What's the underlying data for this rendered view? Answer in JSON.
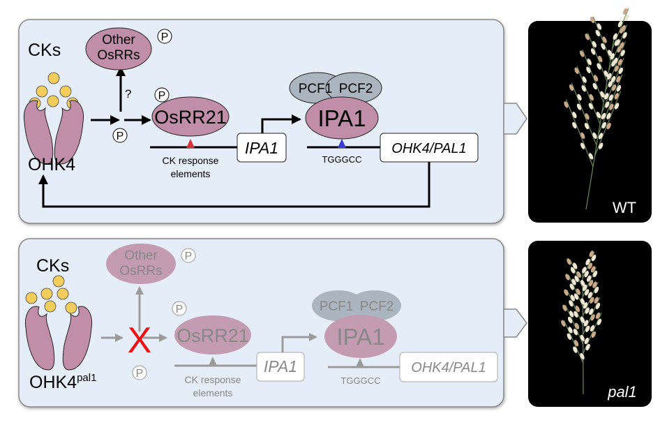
{
  "colors": {
    "panel_bg": "#e5edf8",
    "protein": "#c08ea8",
    "pcf": "#aab5c0",
    "ck": "#f2cd5c",
    "red_element": "#d8323a",
    "blue_element": "#3a3ad8",
    "faded": "#9a9a9a",
    "inhibit_x": "#ee1111"
  },
  "wt_panel": {
    "cks": "CKs",
    "receptor": "OHK4",
    "other_osrrs_line1": "Other",
    "other_osrrs_line2": "OsRRs",
    "phospho": "P",
    "question": "?",
    "osrr21": "OsRR21",
    "ck_response_line1": "CK response",
    "ck_response_line2": "elements",
    "ipa1_gene": "IPA1",
    "ipa1_protein": "IPA1",
    "pcf1": "PCF1",
    "pcf2": "PCF2",
    "motif": "TGGGCC",
    "target_gene": "OHK4/PAL1",
    "photo_label": "WT"
  },
  "mutant_panel": {
    "cks": "CKs",
    "receptor": "OHK4",
    "receptor_sup": "pal1",
    "other_osrrs_line1": "Other",
    "other_osrrs_line2": "OsRRs",
    "phospho": "P",
    "osrr21": "OsRR21",
    "ck_response_line1": "CK response",
    "ck_response_line2": "elements",
    "ipa1_gene": "IPA1",
    "ipa1_protein": "IPA1",
    "pcf1": "PCF1",
    "pcf2": "PCF2",
    "motif": "TGGGCC",
    "target_gene": "OHK4/PAL1",
    "inhibit_mark": "X",
    "photo_label": "pal1"
  }
}
